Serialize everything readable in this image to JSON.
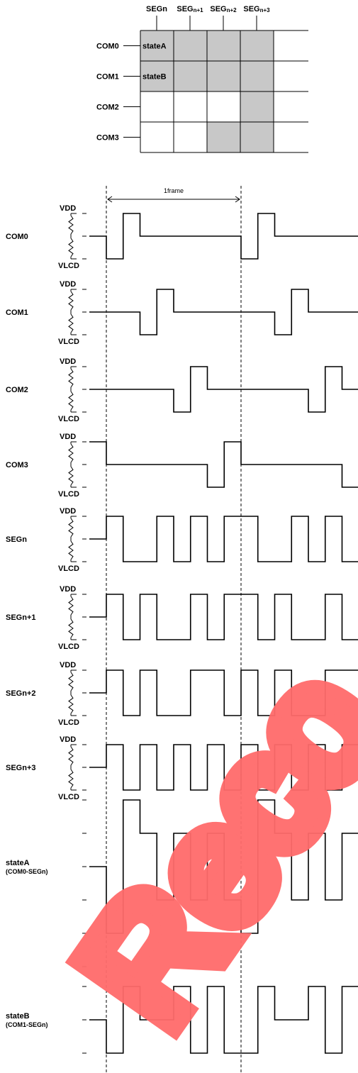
{
  "colors": {
    "shaded": "#c8c8c8",
    "line": "#000000",
    "watermark": "#ff6b6b"
  },
  "grid": {
    "seg_labels": [
      {
        "main": "SEGn",
        "sub": ""
      },
      {
        "main": "SEG",
        "sub": "n+1"
      },
      {
        "main": "SEG",
        "sub": "n+2"
      },
      {
        "main": "SEG",
        "sub": "n+3"
      }
    ],
    "com_labels": [
      "COM0",
      "COM1",
      "COM2",
      "COM3"
    ],
    "shaded": [
      [
        1,
        1,
        1,
        1
      ],
      [
        1,
        1,
        1,
        1
      ],
      [
        0,
        0,
        0,
        1
      ],
      [
        0,
        0,
        1,
        1
      ]
    ],
    "cell_labels": {
      "0,0": "stateA",
      "1,0": "stateB"
    }
  },
  "frame_label": "1frame",
  "level_labels": {
    "top": "VDD",
    "bottom": "VLCD"
  },
  "rows": [
    {
      "label": "COM0",
      "type": "com",
      "phase": 0
    },
    {
      "label": "COM1",
      "type": "com",
      "phase": 1
    },
    {
      "label": "COM2",
      "type": "com",
      "phase": 2
    },
    {
      "label": "COM3",
      "type": "com",
      "phase": 3
    },
    {
      "label": "SEGn",
      "type": "seg",
      "bits": [
        1,
        0,
        0,
        0
      ]
    },
    {
      "label": "SEGn+1",
      "type": "seg",
      "bits": [
        1,
        1,
        0,
        0
      ]
    },
    {
      "label": "SEGn+2",
      "type": "seg",
      "bits": [
        1,
        1,
        0,
        1
      ]
    },
    {
      "label": "SEGn+3",
      "type": "seg",
      "bits": [
        1,
        1,
        1,
        1
      ]
    }
  ],
  "diff_rows": [
    {
      "label": "stateA",
      "sublabel": "(COM0-SEGn)",
      "com": 0,
      "seg": 4
    },
    {
      "label": "stateB",
      "sublabel": "(COM1-SEGn)",
      "com": 1,
      "seg": 4
    }
  ]
}
